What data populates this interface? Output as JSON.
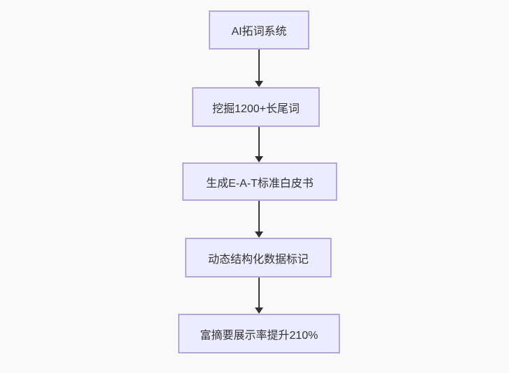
{
  "diagram": {
    "type": "flowchart",
    "direction": "top-down",
    "nodes": [
      {
        "id": "A",
        "label": "AI拓词系统"
      },
      {
        "id": "B",
        "label": "挖掘1200+长尾词"
      },
      {
        "id": "C",
        "label": "生成E-A-T标准白皮书"
      },
      {
        "id": "D",
        "label": "动态结构化数据标记"
      },
      {
        "id": "E",
        "label": "富摘要展示率提升210%"
      }
    ],
    "edges": [
      {
        "from": "A",
        "to": "B"
      },
      {
        "from": "B",
        "to": "C"
      },
      {
        "from": "C",
        "to": "D"
      },
      {
        "from": "D",
        "to": "E"
      }
    ],
    "colors": {
      "background": "#f9f9f9",
      "node_fill": "#ececff",
      "node_border": "#b6a6dc",
      "node_text": "#333333",
      "arrow": "#383838"
    }
  }
}
